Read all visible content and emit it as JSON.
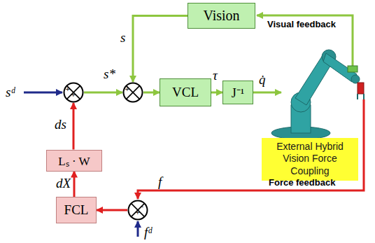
{
  "diagram": {
    "nodes": [
      {
        "text": [
          "Vision"
        ]
      },
      {
        "text": [
          "+",
          "+"
        ]
      },
      {
        "text": [
          "+"
        ]
      },
      {
        "text": [
          "VCL"
        ]
      },
      {
        "text": [
          "J⁻¹"
        ]
      },
      {
        "text": [
          "External Hybrid Vision Force Coupling"
        ]
      },
      {
        "text": [
          "Lₛ · W"
        ]
      },
      {
        "text": [
          "FCL"
        ]
      },
      {
        "text": [
          "+",
          "-"
        ]
      }
    ],
    "edges": [
      {
        "from": 1,
        "to": 2,
        "label": "s*",
        "arrow": "to"
      },
      {
        "from": 0,
        "to": 2,
        "label": "s",
        "arrow": "to"
      },
      {
        "from": 2,
        "to": 3,
        "arrow": "to"
      },
      {
        "from": 3,
        "to": 4,
        "label": "τ",
        "arrow": "to"
      },
      {
        "from": 8,
        "to": 7,
        "arrow": "to"
      },
      {
        "from": 7,
        "to": 6,
        "label": "dX",
        "arrow": "to"
      },
      {
        "from": 6,
        "to": 1,
        "label": "ds",
        "arrow": "to"
      }
    ],
    "labels": [
      "sᵈ",
      "q̇",
      "Visual feedback",
      "Force feedback",
      "f",
      "fᵈ"
    ]
  }
}
